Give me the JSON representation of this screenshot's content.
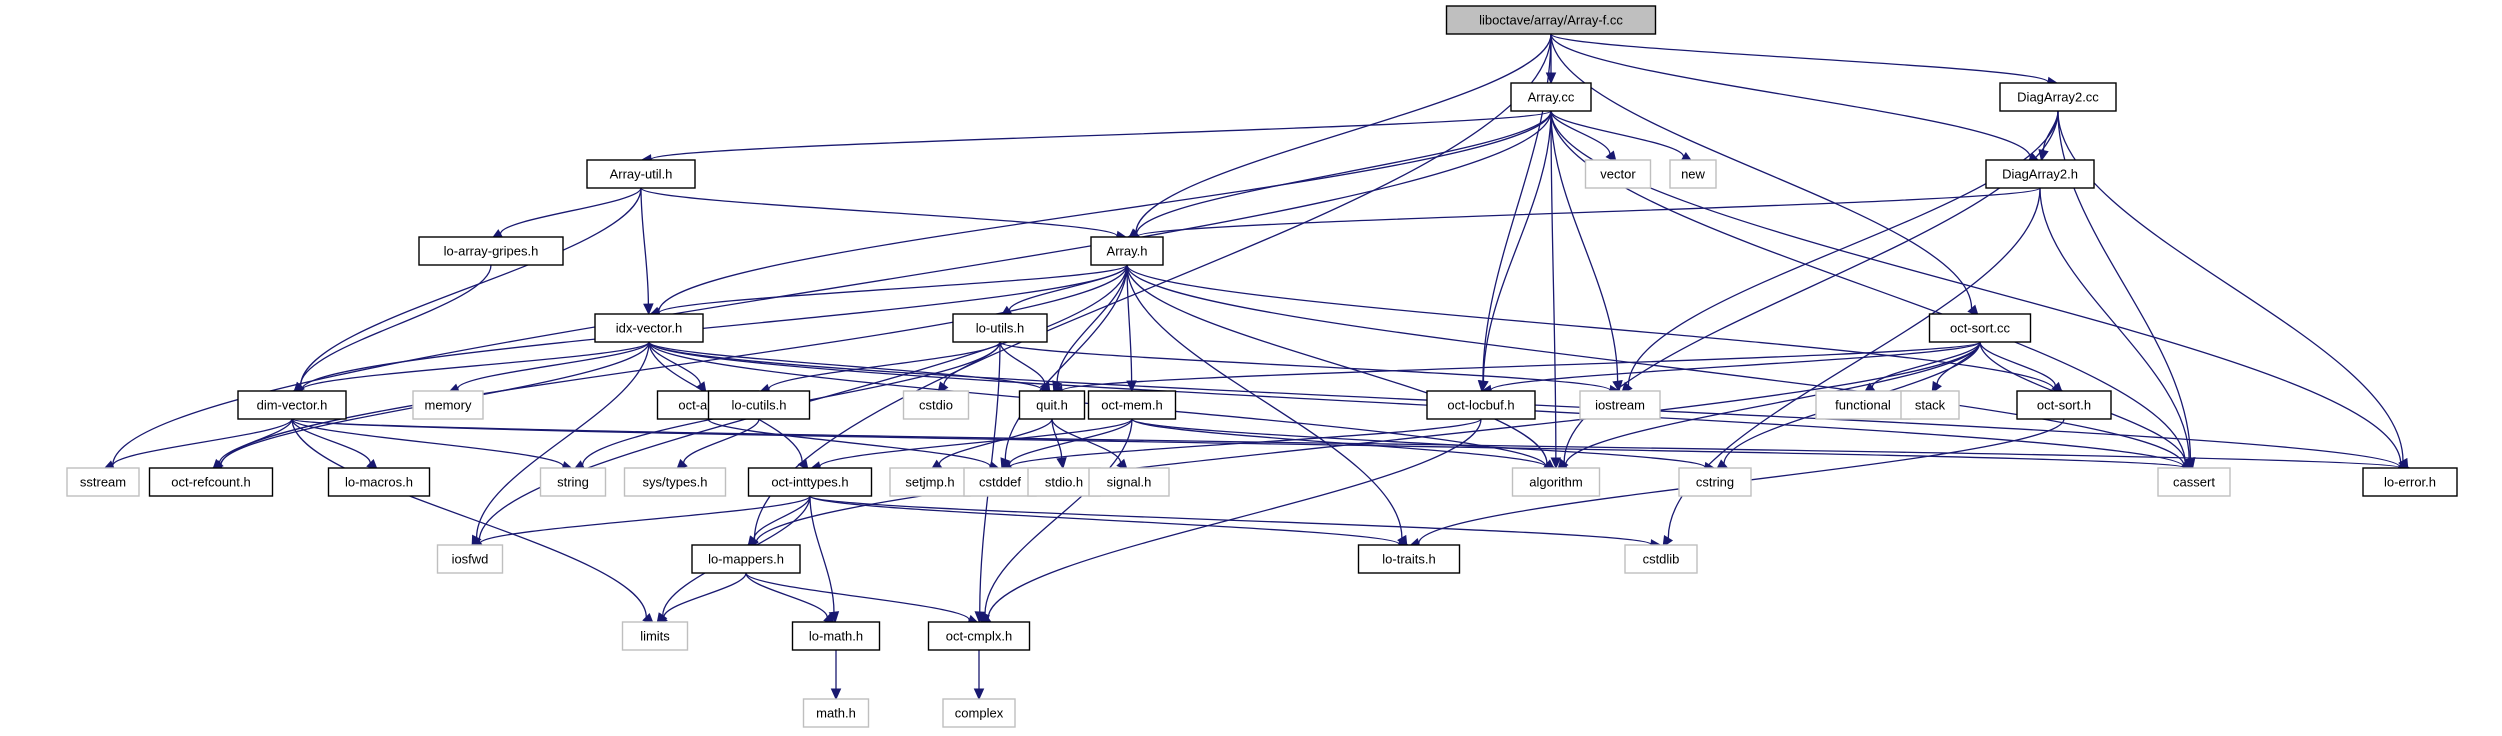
{
  "title": "liboctave/array/Array-f.cc",
  "colors": {
    "edge": "#191970",
    "root_fill": "#bfbfbf",
    "project_border": "#000000",
    "system_border": "#bfbfbf"
  },
  "nodes": [
    {
      "id": "root",
      "label": "liboctave/array/Array-f.cc",
      "kind": "root"
    },
    {
      "id": "arraycc",
      "label": "Array.cc",
      "kind": "project"
    },
    {
      "id": "diag2cc",
      "label": "DiagArray2.cc",
      "kind": "project"
    },
    {
      "id": "arrayutil",
      "label": "Array-util.h",
      "kind": "project"
    },
    {
      "id": "vector",
      "label": "vector",
      "kind": "system"
    },
    {
      "id": "new",
      "label": "new",
      "kind": "system"
    },
    {
      "id": "diag2h",
      "label": "DiagArray2.h",
      "kind": "project"
    },
    {
      "id": "loarraygripes",
      "label": "lo-array-gripes.h",
      "kind": "project"
    },
    {
      "id": "arrayh",
      "label": "Array.h",
      "kind": "project"
    },
    {
      "id": "idxvector",
      "label": "idx-vector.h",
      "kind": "project"
    },
    {
      "id": "loutils",
      "label": "lo-utils.h",
      "kind": "project"
    },
    {
      "id": "octsortcc",
      "label": "oct-sort.cc",
      "kind": "project"
    },
    {
      "id": "dimvector",
      "label": "dim-vector.h",
      "kind": "project"
    },
    {
      "id": "memory",
      "label": "memory",
      "kind": "system"
    },
    {
      "id": "octalloc",
      "label": "oct-alloc.h",
      "kind": "project"
    },
    {
      "id": "locutils",
      "label": "lo-cutils.h",
      "kind": "project"
    },
    {
      "id": "cstdio",
      "label": "cstdio",
      "kind": "system"
    },
    {
      "id": "quit",
      "label": "quit.h",
      "kind": "project"
    },
    {
      "id": "octmem",
      "label": "oct-mem.h",
      "kind": "project"
    },
    {
      "id": "octlocbuf",
      "label": "oct-locbuf.h",
      "kind": "project"
    },
    {
      "id": "iostream",
      "label": "iostream",
      "kind": "system"
    },
    {
      "id": "functional",
      "label": "functional",
      "kind": "system"
    },
    {
      "id": "stack",
      "label": "stack",
      "kind": "system"
    },
    {
      "id": "octsorth",
      "label": "oct-sort.h",
      "kind": "project"
    },
    {
      "id": "sstream",
      "label": "sstream",
      "kind": "system"
    },
    {
      "id": "octrefcount",
      "label": "oct-refcount.h",
      "kind": "project"
    },
    {
      "id": "lomacros",
      "label": "lo-macros.h",
      "kind": "project"
    },
    {
      "id": "string",
      "label": "string",
      "kind": "system"
    },
    {
      "id": "systypes",
      "label": "sys/types.h",
      "kind": "system"
    },
    {
      "id": "octinttypes",
      "label": "oct-inttypes.h",
      "kind": "project"
    },
    {
      "id": "setjmp",
      "label": "setjmp.h",
      "kind": "system"
    },
    {
      "id": "cstddef",
      "label": "cstddef",
      "kind": "system"
    },
    {
      "id": "stdio",
      "label": "stdio.h",
      "kind": "system"
    },
    {
      "id": "signal",
      "label": "signal.h",
      "kind": "system"
    },
    {
      "id": "algorithm",
      "label": "algorithm",
      "kind": "system"
    },
    {
      "id": "cstring",
      "label": "cstring",
      "kind": "system"
    },
    {
      "id": "cassert",
      "label": "cassert",
      "kind": "system"
    },
    {
      "id": "loerror",
      "label": "lo-error.h",
      "kind": "project"
    },
    {
      "id": "iosfwd",
      "label": "iosfwd",
      "kind": "system"
    },
    {
      "id": "lomappers",
      "label": "lo-mappers.h",
      "kind": "project"
    },
    {
      "id": "lotraits",
      "label": "lo-traits.h",
      "kind": "project"
    },
    {
      "id": "cstdlib",
      "label": "cstdlib",
      "kind": "system"
    },
    {
      "id": "limits",
      "label": "limits",
      "kind": "system"
    },
    {
      "id": "lomath",
      "label": "lo-math.h",
      "kind": "project"
    },
    {
      "id": "octcmplx",
      "label": "oct-cmplx.h",
      "kind": "project"
    },
    {
      "id": "mathh",
      "label": "math.h",
      "kind": "system"
    },
    {
      "id": "complex",
      "label": "complex",
      "kind": "system"
    }
  ],
  "edges": [
    [
      "root",
      "arraycc"
    ],
    [
      "root",
      "diag2cc"
    ],
    [
      "root",
      "diag2h"
    ],
    [
      "root",
      "arrayh"
    ],
    [
      "root",
      "octlocbuf"
    ],
    [
      "root",
      "octsortcc"
    ],
    [
      "root",
      "lomappers"
    ],
    [
      "arraycc",
      "arrayutil"
    ],
    [
      "arraycc",
      "vector"
    ],
    [
      "arraycc",
      "new"
    ],
    [
      "arraycc",
      "arrayh"
    ],
    [
      "arraycc",
      "idxvector"
    ],
    [
      "arraycc",
      "octlocbuf"
    ],
    [
      "arraycc",
      "iostream"
    ],
    [
      "arraycc",
      "algorithm"
    ],
    [
      "arraycc",
      "cassert"
    ],
    [
      "arraycc",
      "sstream"
    ],
    [
      "arraycc",
      "loerror"
    ],
    [
      "diag2cc",
      "diag2h"
    ],
    [
      "diag2cc",
      "iostream"
    ],
    [
      "diag2cc",
      "algorithm"
    ],
    [
      "diag2cc",
      "cassert"
    ],
    [
      "diag2cc",
      "loerror"
    ],
    [
      "diag2h",
      "arrayh"
    ],
    [
      "diag2h",
      "cassert"
    ],
    [
      "diag2h",
      "cstdlib"
    ],
    [
      "arrayutil",
      "arrayh"
    ],
    [
      "arrayutil",
      "idxvector"
    ],
    [
      "arrayutil",
      "loarraygripes"
    ],
    [
      "arrayutil",
      "dimvector"
    ],
    [
      "loarraygripes",
      "dimvector"
    ],
    [
      "arrayh",
      "idxvector"
    ],
    [
      "arrayh",
      "loutils"
    ],
    [
      "arrayh",
      "quit"
    ],
    [
      "arrayh",
      "octmem"
    ],
    [
      "arrayh",
      "dimvector"
    ],
    [
      "arrayh",
      "octrefcount"
    ],
    [
      "arrayh",
      "octsorth"
    ],
    [
      "arrayh",
      "iosfwd"
    ],
    [
      "arrayh",
      "cassert"
    ],
    [
      "arrayh",
      "algorithm"
    ],
    [
      "arrayh",
      "cstddef"
    ],
    [
      "arrayh",
      "lotraits"
    ],
    [
      "idxvector",
      "dimvector"
    ],
    [
      "idxvector",
      "memory"
    ],
    [
      "idxvector",
      "octalloc"
    ],
    [
      "idxvector",
      "octrefcount"
    ],
    [
      "idxvector",
      "octinttypes"
    ],
    [
      "idxvector",
      "iosfwd"
    ],
    [
      "idxvector",
      "cassert"
    ],
    [
      "idxvector",
      "algorithm"
    ],
    [
      "idxvector",
      "loerror"
    ],
    [
      "idxvector",
      "quit"
    ],
    [
      "loutils",
      "locutils"
    ],
    [
      "loutils",
      "cstdio"
    ],
    [
      "loutils",
      "quit"
    ],
    [
      "loutils",
      "octcmplx"
    ],
    [
      "loutils",
      "iostream"
    ],
    [
      "loutils",
      "string"
    ],
    [
      "octsortcc",
      "octsorth"
    ],
    [
      "octsortcc",
      "functional"
    ],
    [
      "octsortcc",
      "stack"
    ],
    [
      "octsortcc",
      "cassert"
    ],
    [
      "octsortcc",
      "algorithm"
    ],
    [
      "octsortcc",
      "cstring"
    ],
    [
      "octsortcc",
      "octlocbuf"
    ],
    [
      "octsortcc",
      "quit"
    ],
    [
      "octsortcc",
      "lomappers"
    ],
    [
      "dimvector",
      "sstream"
    ],
    [
      "dimvector",
      "octrefcount"
    ],
    [
      "dimvector",
      "lomacros"
    ],
    [
      "dimvector",
      "string"
    ],
    [
      "dimvector",
      "limits"
    ],
    [
      "dimvector",
      "cassert"
    ],
    [
      "dimvector",
      "loerror"
    ],
    [
      "octalloc",
      "cstddef"
    ],
    [
      "locutils",
      "systypes"
    ],
    [
      "quit",
      "setjmp"
    ],
    [
      "quit",
      "stdio"
    ],
    [
      "quit",
      "signal"
    ],
    [
      "octmem",
      "cstddef"
    ],
    [
      "octmem",
      "cstring"
    ],
    [
      "octmem",
      "algorithm"
    ],
    [
      "octmem",
      "octinttypes"
    ],
    [
      "octmem",
      "octcmplx"
    ],
    [
      "octlocbuf",
      "cstddef"
    ],
    [
      "octlocbuf",
      "octcmplx"
    ],
    [
      "octsorth",
      "lotraits"
    ],
    [
      "octinttypes",
      "lomappers"
    ],
    [
      "octinttypes",
      "lomath"
    ],
    [
      "octinttypes",
      "limits"
    ],
    [
      "octinttypes",
      "iosfwd"
    ],
    [
      "octinttypes",
      "lotraits"
    ],
    [
      "octinttypes",
      "cstdlib"
    ],
    [
      "lomappers",
      "limits"
    ],
    [
      "lomappers",
      "lomath"
    ],
    [
      "lomappers",
      "octcmplx"
    ],
    [
      "lomath",
      "mathh"
    ],
    [
      "octcmplx",
      "complex"
    ]
  ]
}
